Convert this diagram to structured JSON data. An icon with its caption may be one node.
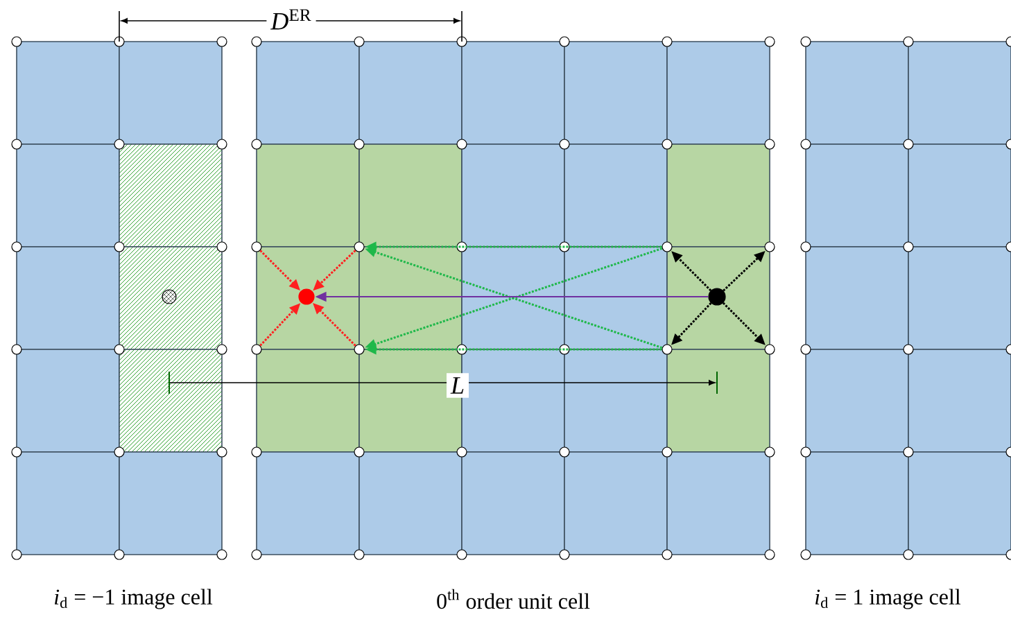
{
  "diagram": {
    "nodes": [
      {
        "text": [],
        "shape": "circle"
      },
      {
        "text": [],
        "shape": "circle"
      },
      {
        "text": [],
        "shape": "circle"
      },
      {
        "text": [],
        "shape": "circle"
      },
      {
        "text": [],
        "shape": "circle"
      },
      {
        "text": [],
        "shape": "circle"
      },
      {
        "text": [],
        "shape": "circle"
      },
      {
        "text": [],
        "shape": "circle"
      },
      {
        "text": [],
        "shape": "circle"
      },
      {
        "text": [],
        "shape": "circle"
      }
    ],
    "edges": [
      {
        "from": 2,
        "to": 0,
        "arrow": "to",
        "style": "dashed",
        "color": "#ff2020"
      },
      {
        "from": 3,
        "to": 0,
        "arrow": "to",
        "style": "dashed",
        "color": "#ff2020"
      },
      {
        "from": 4,
        "to": 0,
        "arrow": "to",
        "style": "dashed",
        "color": "#ff2020"
      },
      {
        "from": 5,
        "to": 0,
        "arrow": "to",
        "style": "dashed",
        "color": "#ff2020"
      },
      {
        "from": 1,
        "to": 6,
        "arrow": "to",
        "style": "dashed",
        "color": "#000000"
      },
      {
        "from": 1,
        "to": 7,
        "arrow": "to",
        "style": "dashed",
        "color": "#000000"
      },
      {
        "from": 1,
        "to": 8,
        "arrow": "to",
        "style": "dashed",
        "color": "#000000"
      },
      {
        "from": 1,
        "to": 9,
        "arrow": "to",
        "style": "dashed",
        "color": "#000000"
      },
      {
        "from": 6,
        "to": 3,
        "arrow": "to",
        "style": "dashed",
        "color": "#1fb84a"
      },
      {
        "from": 8,
        "to": 5,
        "arrow": "to",
        "style": "dashed",
        "color": "#1fb84a"
      },
      {
        "from": 6,
        "to": 5,
        "arrow": "to",
        "style": "dashed",
        "color": "#1fb84a"
      },
      {
        "from": 8,
        "to": 3,
        "arrow": "to",
        "style": "dashed",
        "color": "#1fb84a"
      },
      {
        "from": 1,
        "to": 0,
        "arrow": "to",
        "color": "#7030a0"
      }
    ],
    "labels": [
      "*D*$^{ER}$",
      "L",
      "*i*$_{d}$ = −1 image cell",
      "0$^{th}$ order unit cell",
      "*i*$_{d}$ = 1 image cell"
    ]
  }
}
